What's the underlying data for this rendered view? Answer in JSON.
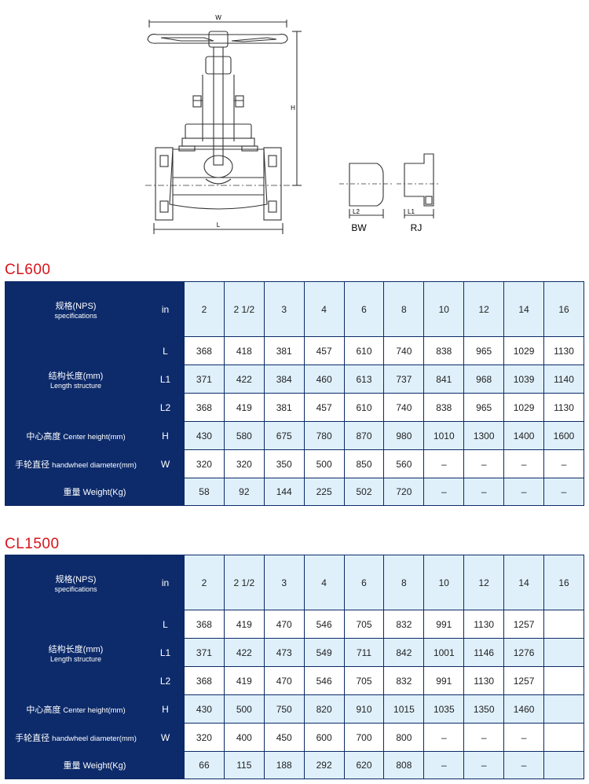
{
  "drawing": {
    "dim_w": "W",
    "dim_h": "H",
    "dim_l": "L",
    "dim_l2": "L2",
    "dim_l1": "L1",
    "end_bw": "BW",
    "end_rj": "RJ"
  },
  "cl600": {
    "title": "CL600",
    "header": {
      "cn": "规格(NPS)",
      "en": "specifications",
      "unit": "in",
      "sizes": [
        "2",
        "2 1/2",
        "3",
        "4",
        "6",
        "8",
        "10",
        "12",
        "14",
        "16"
      ]
    },
    "length_label": {
      "cn": "结构长度(mm)",
      "en": "Length structure"
    },
    "rows": [
      {
        "unit": "L",
        "values": [
          "368",
          "418",
          "381",
          "457",
          "610",
          "740",
          "838",
          "965",
          "1029",
          "1130"
        ]
      },
      {
        "unit": "L1",
        "values": [
          "371",
          "422",
          "384",
          "460",
          "613",
          "737",
          "841",
          "968",
          "1039",
          "1140"
        ]
      },
      {
        "unit": "L2",
        "values": [
          "368",
          "419",
          "381",
          "457",
          "610",
          "740",
          "838",
          "965",
          "1029",
          "1130"
        ]
      }
    ],
    "height": {
      "cn": "中心高度",
      "en": "Center height(mm)",
      "unit": "H",
      "values": [
        "430",
        "580",
        "675",
        "780",
        "870",
        "980",
        "1010",
        "1300",
        "1400",
        "1600"
      ]
    },
    "wheel": {
      "cn": "手轮直径",
      "en": "handwheel diameter(mm)",
      "unit": "W",
      "values": [
        "320",
        "320",
        "350",
        "500",
        "850",
        "560",
        "–",
        "–",
        "–",
        "–"
      ]
    },
    "weight": {
      "cn": "重量",
      "en": "Weight(Kg)",
      "values": [
        "58",
        "92",
        "144",
        "225",
        "502",
        "720",
        "–",
        "–",
        "–",
        "–"
      ]
    }
  },
  "cl1500": {
    "title": "CL1500",
    "header": {
      "cn": "规格(NPS)",
      "en": "specifications",
      "unit": "in",
      "sizes": [
        "2",
        "2 1/2",
        "3",
        "4",
        "6",
        "8",
        "10",
        "12",
        "14",
        "16"
      ]
    },
    "length_label": {
      "cn": "结构长度(mm)",
      "en": "Length structure"
    },
    "rows": [
      {
        "unit": "L",
        "values": [
          "368",
          "419",
          "470",
          "546",
          "705",
          "832",
          "991",
          "1130",
          "1257",
          ""
        ]
      },
      {
        "unit": "L1",
        "values": [
          "371",
          "422",
          "473",
          "549",
          "711",
          "842",
          "1001",
          "1146",
          "1276",
          ""
        ]
      },
      {
        "unit": "L2",
        "values": [
          "368",
          "419",
          "470",
          "546",
          "705",
          "832",
          "991",
          "1130",
          "1257",
          ""
        ]
      }
    ],
    "height": {
      "cn": "中心高度",
      "en": "Center height(mm)",
      "unit": "H",
      "values": [
        "430",
        "500",
        "750",
        "820",
        "910",
        "1015",
        "1035",
        "1350",
        "1460",
        ""
      ]
    },
    "wheel": {
      "cn": "手轮直径",
      "en": "handwheel diameter(mm)",
      "unit": "W",
      "values": [
        "320",
        "400",
        "450",
        "600",
        "700",
        "800",
        "–",
        "–",
        "–",
        ""
      ]
    },
    "weight": {
      "cn": "重量",
      "en": "Weight(Kg)",
      "values": [
        "66",
        "115",
        "188",
        "292",
        "620",
        "808",
        "–",
        "–",
        "–",
        ""
      ]
    }
  }
}
